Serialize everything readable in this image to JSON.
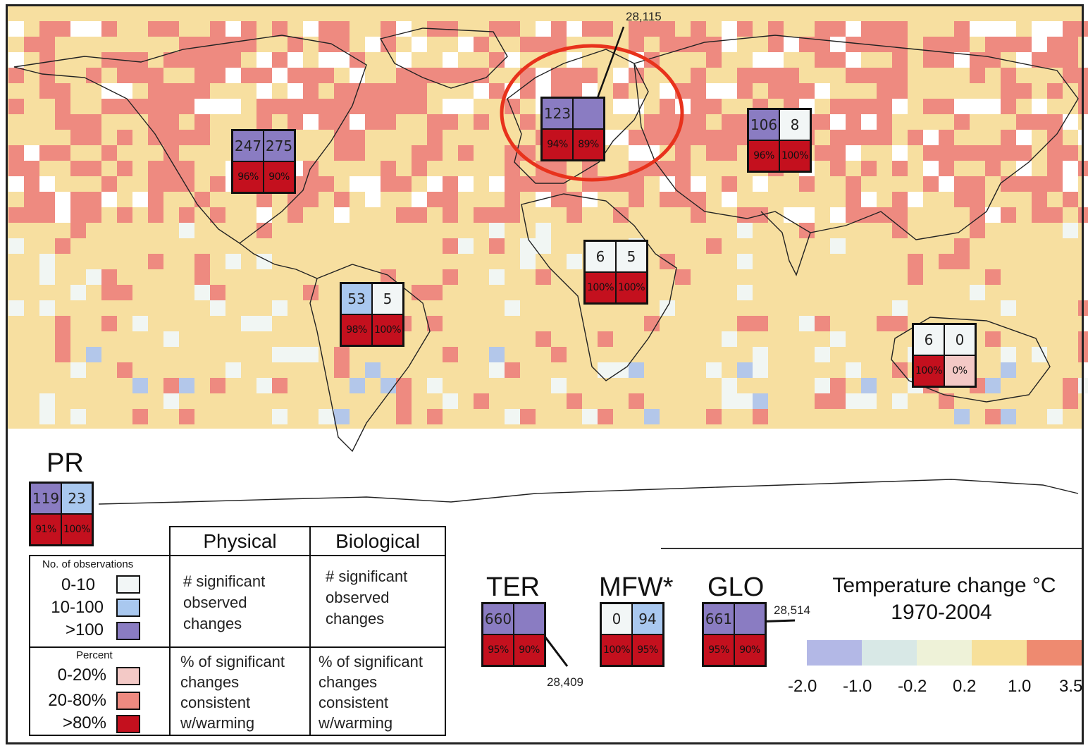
{
  "colors": {
    "ocean": "#f7dfa0",
    "land_fill": "#f7dfa0",
    "warm_high": "#ee8a80",
    "warm_low": "#f7dfa0",
    "cool": "#b3c7ea",
    "neutral": "#f1f6f3",
    "purple": "#8a7cc2",
    "light_blue": "#a9c8ef",
    "white_cell": "#f2f6f6",
    "red": "#c4101e",
    "light_red": "#f3c9c6",
    "highlight": "#e8321c"
  },
  "regions": [
    {
      "id": "north-america",
      "cells": [
        "247",
        "275",
        "96%",
        "90%"
      ]
    },
    {
      "id": "europe",
      "cells": [
        "123",
        "",
        "94%",
        "89%"
      ]
    },
    {
      "id": "asia",
      "cells": [
        "106",
        "8",
        "96%",
        "100%"
      ]
    },
    {
      "id": "africa",
      "cells": [
        "6",
        "5",
        "100%",
        "100%"
      ]
    },
    {
      "id": "south-america",
      "cells": [
        "53",
        "5",
        "98%",
        "100%"
      ]
    },
    {
      "id": "australia",
      "cells": [
        "6",
        "0",
        "100%",
        "0%"
      ]
    },
    {
      "id": "polar",
      "cells": [
        "119",
        "23",
        "91%",
        "100%"
      ]
    }
  ],
  "annotations": {
    "europe_arrow": "28,115",
    "ter_arrow": "28,409",
    "glo_arrow": "28,514"
  },
  "summary_boxes": [
    {
      "id": "ter",
      "title": "TER",
      "cells": [
        "660",
        "",
        "95%",
        "90%"
      ]
    },
    {
      "id": "mfw",
      "title": "MFW*",
      "cells": [
        "0",
        "94",
        "100%",
        "95%"
      ]
    },
    {
      "id": "glo",
      "title": "GLO",
      "cells": [
        "661",
        "",
        "95%",
        "90%"
      ]
    }
  ],
  "pr_label": "PR",
  "legend": {
    "physical_header": "Physical",
    "biological_header": "Biological",
    "obs_header": "No. of observations",
    "obs_rows": [
      "0-10",
      "10-100",
      ">100"
    ],
    "pct_header": "Percent",
    "pct_rows": [
      "0-20%",
      "20-80%",
      ">80%"
    ],
    "phys_obs_text": [
      "# significant",
      "observed",
      "changes"
    ],
    "bio_obs_text": [
      "# significant",
      "observed",
      "changes"
    ],
    "phys_pct_text": [
      "% of significant",
      "changes",
      "consistent",
      "w/warming"
    ],
    "bio_pct_text": [
      "% of significant",
      "changes",
      "consistent",
      "w/warming"
    ]
  },
  "temperature_scale": {
    "title_line1": "Temperature change °C",
    "title_line2": "1970-2004",
    "ticks": [
      "-2.0",
      "-1.0",
      "-0.2",
      "0.2",
      "1.0",
      "3.5"
    ],
    "swatches": [
      "#b3b8e6",
      "#d8e8e6",
      "#eef2d8",
      "#f7e09a",
      "#ee8a70"
    ]
  }
}
